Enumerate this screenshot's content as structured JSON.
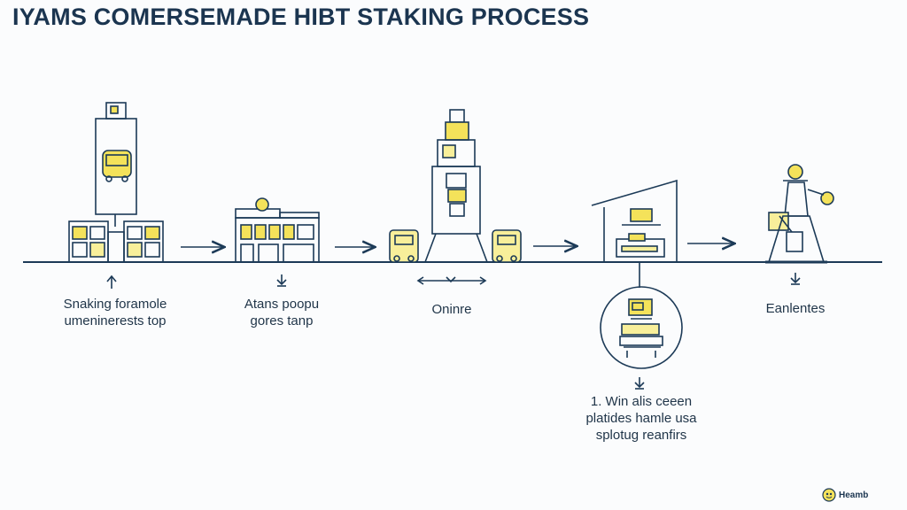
{
  "title": "IYAMS COMERSEMADE HIBT STAKING PROCESS",
  "colors": {
    "line": "#1c3a57",
    "accent": "#f4e25a",
    "accent_soft": "#f8ef9a",
    "background": "#fbfcfd"
  },
  "stages": [
    {
      "label_lines": [
        "Snaking foramole",
        "umeninerests top"
      ],
      "icon": "vending-tower-icon"
    },
    {
      "label_lines": [
        "Atans poopu",
        "gores tanp"
      ],
      "icon": "warehouse-icon"
    },
    {
      "label_lines": [
        "Oninre"
      ],
      "icon": "processing-tower-icon"
    },
    {
      "label_lines": [
        "1. Win alis ceeen",
        "platides hamle usa",
        "splotug reanfirs"
      ],
      "icon": "storage-shed-icon",
      "detail_icon": "magnified-machine-icon"
    },
    {
      "label_lines": [
        "Eanlentes"
      ],
      "icon": "reward-crane-icon"
    }
  ],
  "brand": {
    "name": "Heamb",
    "icon": "brand-logo-icon"
  }
}
